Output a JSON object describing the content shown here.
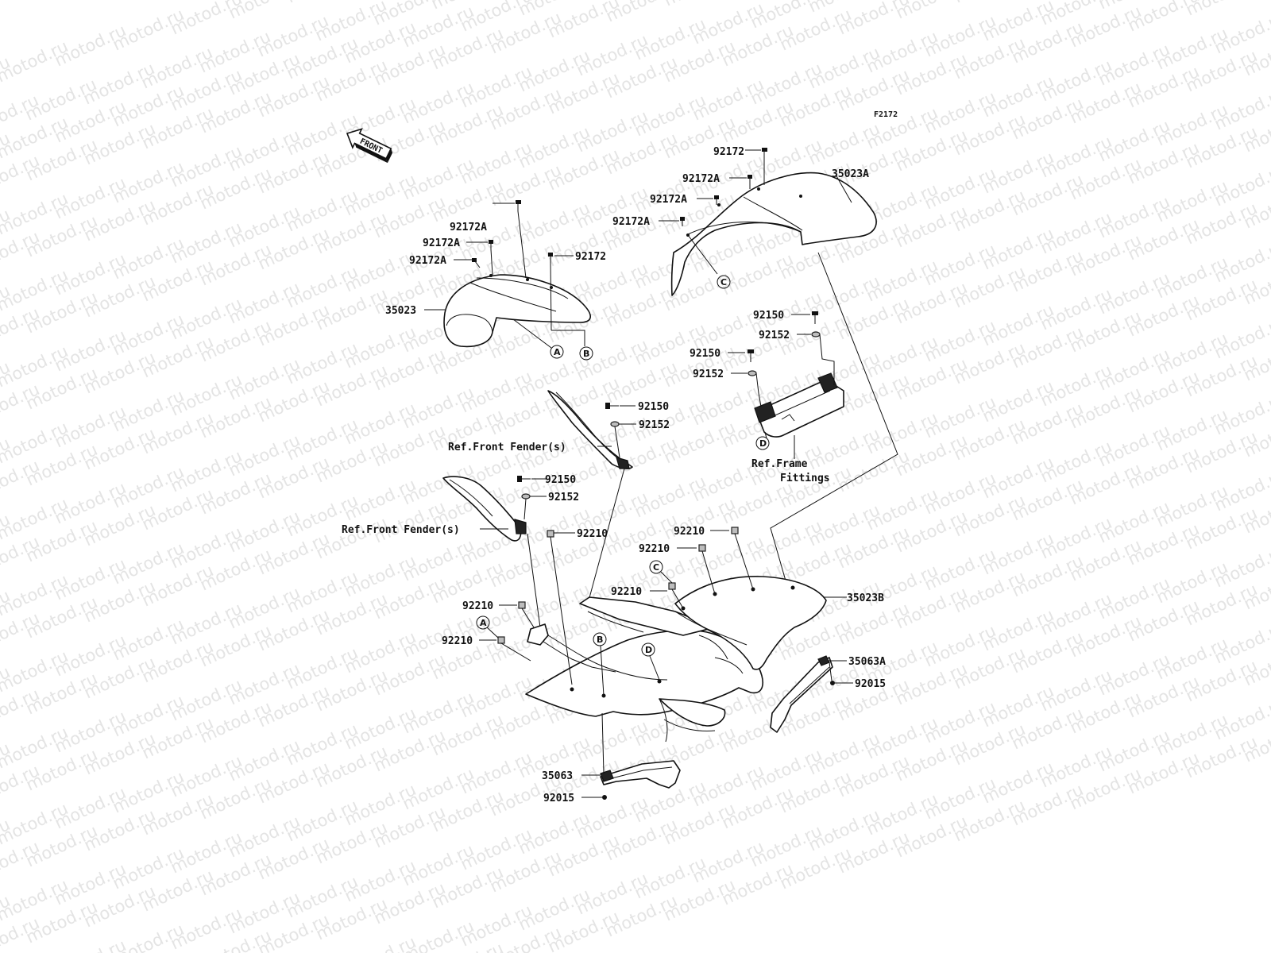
{
  "watermark": {
    "text": "motod.ru",
    "color": "#e4e4e4"
  },
  "figure_code": "F2172",
  "front_arrow": {
    "text": "FRONT"
  },
  "labels": {
    "top_right_92172": "92172",
    "top_right_92172A_1": "92172A",
    "top_right_92172A_2": "92172A",
    "top_right_92172A_3": "92172A",
    "top_right_35023A": "35023A",
    "left_92172A_1": "92172A",
    "left_92172A_2": "92172A",
    "left_92172A_3": "92172A",
    "left_92172": "92172",
    "left_35023": "35023",
    "right_92150_1": "92150",
    "right_92152_1": "92152",
    "right_92150_2": "92150",
    "right_92152_2": "92152",
    "ref_frame_1": "Ref.Frame",
    "ref_frame_2": "Fittings",
    "mid_92150": "92150",
    "mid_92152": "92152",
    "ref_front_fender_1": "Ref.Front Fender(s)",
    "low_92150": "92150",
    "low_92152": "92152",
    "ref_front_fender_2": "Ref.Front Fender(s)",
    "low_92210_1": "92210",
    "low_92210_2": "92210",
    "low_92210_3": "92210",
    "low_92210_4": "92210",
    "low_92210_5": "92210",
    "low_92210_6": "92210",
    "low_35023B": "35023B",
    "low_35063A": "35063A",
    "low_92015_1": "92015",
    "bottom_35063": "35063",
    "bottom_92015": "92015"
  },
  "callouts": {
    "a_top": "A",
    "b_top": "B",
    "c_top": "C",
    "d_top": "D",
    "c_low": "C",
    "a_low": "A",
    "b_low": "B",
    "d_low": "D"
  }
}
